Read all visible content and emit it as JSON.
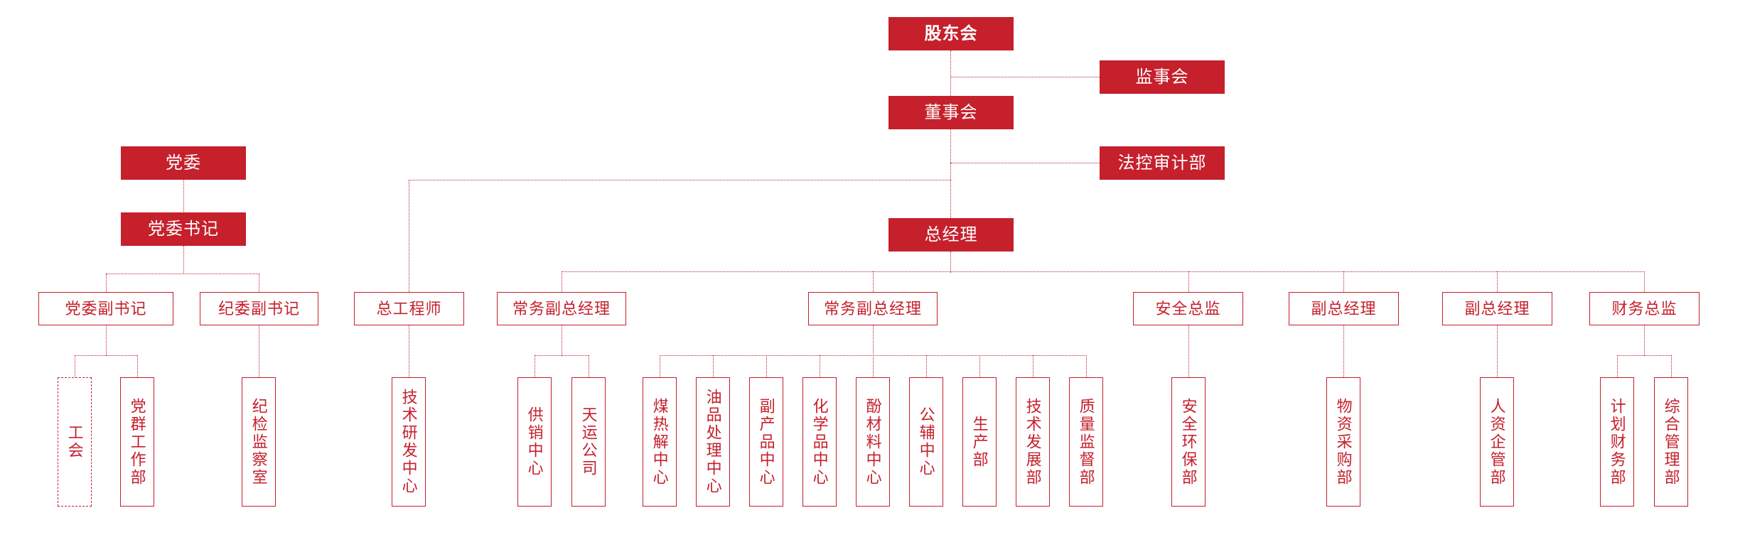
{
  "meta": {
    "title": "公司组织架构图",
    "accent_color": "#C5202C",
    "background_color": "#FFFFFF",
    "connector_color": "#C5202C",
    "connector_style": "dotted"
  },
  "nodes": {
    "shareholders_meeting": {
      "label": "股东会",
      "style": "filled-bold"
    },
    "supervisory_board": {
      "label": "监事会",
      "style": "filled"
    },
    "board_of_directors": {
      "label": "董事会",
      "style": "filled"
    },
    "legal_audit_dept": {
      "label": "法控审计部",
      "style": "filled"
    },
    "general_manager": {
      "label": "总经理",
      "style": "filled"
    },
    "party_committee": {
      "label": "党委",
      "style": "filled"
    },
    "party_secretary": {
      "label": "党委书记",
      "style": "filled"
    },
    "party_deputy_secretary": {
      "label": "党委副书记",
      "style": "outline"
    },
    "discipline_deputy_secretary": {
      "label": "纪委副书记",
      "style": "outline"
    },
    "labor_union": {
      "label": "工会",
      "style": "dashed-vertical"
    },
    "party_mass_work_dept": {
      "label": "党群工作部",
      "style": "outline-vertical"
    },
    "discipline_inspection_office": {
      "label": "纪检监察室",
      "style": "outline-vertical"
    },
    "chief_engineer": {
      "label": "总工程师",
      "style": "outline"
    },
    "tech_rd_center": {
      "label": "技术研发中心",
      "style": "outline-vertical"
    },
    "exec_deputy_gm_1": {
      "label": "常务副总经理",
      "style": "outline"
    },
    "supply_marketing_center": {
      "label": "供销中心",
      "style": "outline-vertical"
    },
    "tianyun_company": {
      "label": "天运公司",
      "style": "outline-vertical"
    },
    "exec_deputy_gm_2": {
      "label": "常务副总经理",
      "style": "outline"
    },
    "coal_pyrolysis_center": {
      "label": "煤热解中心",
      "style": "outline-vertical"
    },
    "oil_processing_center": {
      "label": "油品处理中心",
      "style": "outline-vertical"
    },
    "byproduct_center": {
      "label": "副产品中心",
      "style": "outline-vertical"
    },
    "chemical_center": {
      "label": "化学品中心",
      "style": "outline-vertical"
    },
    "phenol_material_center": {
      "label": "酚材料中心",
      "style": "outline-vertical"
    },
    "utilities_center": {
      "label": "公辅中心",
      "style": "outline-vertical"
    },
    "production_dept": {
      "label": "生产部",
      "style": "outline-vertical"
    },
    "tech_development_dept": {
      "label": "技术发展部",
      "style": "outline-vertical"
    },
    "quality_supervision_dept": {
      "label": "质量监督部",
      "style": "outline-vertical"
    },
    "safety_director": {
      "label": "安全总监",
      "style": "outline"
    },
    "safety_environment_dept": {
      "label": "安全环保部",
      "style": "outline-vertical"
    },
    "deputy_gm_1": {
      "label": "副总经理",
      "style": "outline"
    },
    "materials_procurement_dept": {
      "label": "物资采购部",
      "style": "outline-vertical"
    },
    "deputy_gm_2": {
      "label": "副总经理",
      "style": "outline"
    },
    "hr_enterprise_mgmt_dept": {
      "label": "人资企管部",
      "style": "outline-vertical"
    },
    "finance_director": {
      "label": "财务总监",
      "style": "outline"
    },
    "planning_finance_dept": {
      "label": "计划财务部",
      "style": "outline-vertical"
    },
    "general_mgmt_dept": {
      "label": "综合管理部",
      "style": "outline-vertical"
    }
  },
  "hierarchy": {
    "levels": [
      {
        "name": "level-1",
        "members": [
          "shareholders_meeting"
        ]
      },
      {
        "name": "level-2",
        "members": [
          "supervisory_board"
        ]
      },
      {
        "name": "level-3",
        "members": [
          "board_of_directors"
        ]
      },
      {
        "name": "level-4",
        "members": [
          "legal_audit_dept"
        ]
      },
      {
        "name": "level-5",
        "members": [
          "general_manager"
        ]
      },
      {
        "name": "level-6",
        "members": [
          "party_deputy_secretary",
          "discipline_deputy_secretary",
          "chief_engineer",
          "exec_deputy_gm_1",
          "exec_deputy_gm_2",
          "safety_director",
          "deputy_gm_1",
          "deputy_gm_2",
          "finance_director"
        ]
      },
      {
        "name": "level-7",
        "members": [
          "labor_union",
          "party_mass_work_dept",
          "discipline_inspection_office",
          "tech_rd_center",
          "supply_marketing_center",
          "tianyun_company",
          "coal_pyrolysis_center",
          "oil_processing_center",
          "byproduct_center",
          "chemical_center",
          "phenol_material_center",
          "utilities_center",
          "production_dept",
          "tech_development_dept",
          "quality_supervision_dept",
          "safety_environment_dept",
          "materials_procurement_dept",
          "hr_enterprise_mgmt_dept",
          "planning_finance_dept",
          "general_mgmt_dept"
        ]
      }
    ],
    "edges": [
      {
        "from": "shareholders_meeting",
        "to": "supervisory_board"
      },
      {
        "from": "shareholders_meeting",
        "to": "board_of_directors"
      },
      {
        "from": "board_of_directors",
        "to": "legal_audit_dept"
      },
      {
        "from": "board_of_directors",
        "to": "general_manager"
      },
      {
        "from": "party_committee",
        "to": "party_secretary"
      },
      {
        "from": "party_secretary",
        "to": "party_deputy_secretary"
      },
      {
        "from": "party_secretary",
        "to": "discipline_deputy_secretary"
      },
      {
        "from": "party_deputy_secretary",
        "to": "labor_union"
      },
      {
        "from": "party_deputy_secretary",
        "to": "party_mass_work_dept"
      },
      {
        "from": "discipline_deputy_secretary",
        "to": "discipline_inspection_office"
      },
      {
        "from": "general_manager",
        "to": "chief_engineer"
      },
      {
        "from": "chief_engineer",
        "to": "tech_rd_center"
      },
      {
        "from": "general_manager",
        "to": "exec_deputy_gm_1"
      },
      {
        "from": "exec_deputy_gm_1",
        "to": "supply_marketing_center"
      },
      {
        "from": "exec_deputy_gm_1",
        "to": "tianyun_company"
      },
      {
        "from": "general_manager",
        "to": "exec_deputy_gm_2"
      },
      {
        "from": "exec_deputy_gm_2",
        "to": "coal_pyrolysis_center"
      },
      {
        "from": "exec_deputy_gm_2",
        "to": "oil_processing_center"
      },
      {
        "from": "exec_deputy_gm_2",
        "to": "byproduct_center"
      },
      {
        "from": "exec_deputy_gm_2",
        "to": "chemical_center"
      },
      {
        "from": "exec_deputy_gm_2",
        "to": "phenol_material_center"
      },
      {
        "from": "exec_deputy_gm_2",
        "to": "utilities_center"
      },
      {
        "from": "exec_deputy_gm_2",
        "to": "production_dept"
      },
      {
        "from": "exec_deputy_gm_2",
        "to": "tech_development_dept"
      },
      {
        "from": "exec_deputy_gm_2",
        "to": "quality_supervision_dept"
      },
      {
        "from": "general_manager",
        "to": "safety_director"
      },
      {
        "from": "safety_director",
        "to": "safety_environment_dept"
      },
      {
        "from": "general_manager",
        "to": "deputy_gm_1"
      },
      {
        "from": "deputy_gm_1",
        "to": "materials_procurement_dept"
      },
      {
        "from": "general_manager",
        "to": "deputy_gm_2"
      },
      {
        "from": "deputy_gm_2",
        "to": "hr_enterprise_mgmt_dept"
      },
      {
        "from": "general_manager",
        "to": "finance_director"
      },
      {
        "from": "finance_director",
        "to": "planning_finance_dept"
      },
      {
        "from": "finance_director",
        "to": "general_mgmt_dept"
      }
    ]
  }
}
